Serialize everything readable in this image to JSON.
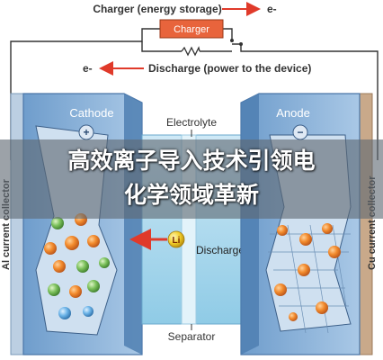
{
  "diagram": {
    "top_label_charger": "Charger (energy storage)",
    "charger_box_label": "Charger",
    "discharge_label": "Discharge (power to the device)",
    "electron_right": "e-",
    "electron_left": "e-",
    "cathode_label": "Cathode",
    "anode_label": "Anode",
    "electrolyte_label": "Electrolyte",
    "separator_label": "Separator",
    "discharge_inner_label": "Discharge",
    "li_ion_label": "Li",
    "al_collector_label": "Al current collector",
    "cu_collector_label": "Cu current collector",
    "cathode_sign": "+",
    "anode_sign": "−"
  },
  "overlay": {
    "title_line1": "高效离子导入技术引领电",
    "title_line2": "化学领域革新"
  },
  "colors": {
    "charger_box": "#e8643c",
    "arrow_red": "#e03a2a",
    "electrode_blue": "#8cb3d8",
    "panel_blue": "#5d8fc0"
  }
}
